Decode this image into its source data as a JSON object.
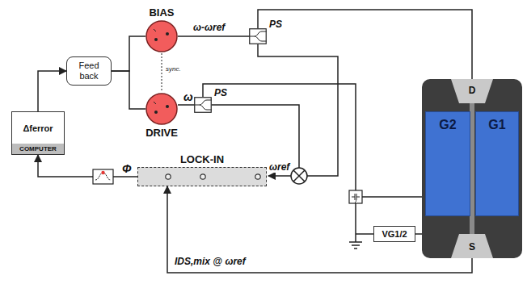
{
  "diagram": {
    "nodes": [
      {
        "text": [
          "Feed back"
        ]
      },
      {
        "text": [
          "BIAS"
        ]
      },
      {
        "text": [
          "DRIVE"
        ]
      },
      {
        "text": [
          "PS"
        ]
      },
      {
        "text": [
          "PS"
        ]
      },
      {
        "text": [
          "Δferror",
          "COMPUTER"
        ]
      },
      {
        "text": [
          "LOCK-IN"
        ]
      },
      {
        "text": [
          "VG1/2"
        ]
      },
      {
        "text": [
          "D",
          "S"
        ]
      },
      {
        "text": [
          "G2"
        ],
        "in": 8
      },
      {
        "text": [
          "G1"
        ],
        "in": 8
      }
    ],
    "edges": [
      {
        "from": 0,
        "to": 1,
        "arrow": "none"
      },
      {
        "from": 0,
        "to": 2,
        "arrow": "none"
      },
      {
        "from": 5,
        "to": 0,
        "arrow": "to"
      },
      {
        "from": 1,
        "to": 3,
        "label": "ω-ωref",
        "arrow": "none"
      },
      {
        "from": 2,
        "to": 4,
        "label": "ω",
        "arrow": "none"
      },
      {
        "from": 6,
        "to": 5,
        "label": "Φ",
        "arrow": "to"
      },
      {
        "from": 3,
        "to": 8,
        "arrow": "none"
      },
      {
        "from": 8,
        "to": 6,
        "label": "IDS,mix @ ωref",
        "arrow": "to"
      },
      {
        "from": 4,
        "to": 9,
        "arrow": "none"
      },
      {
        "from": 7,
        "to": 10,
        "arrow": "none"
      }
    ],
    "labels": [
      "sync.",
      "ωref"
    ]
  }
}
